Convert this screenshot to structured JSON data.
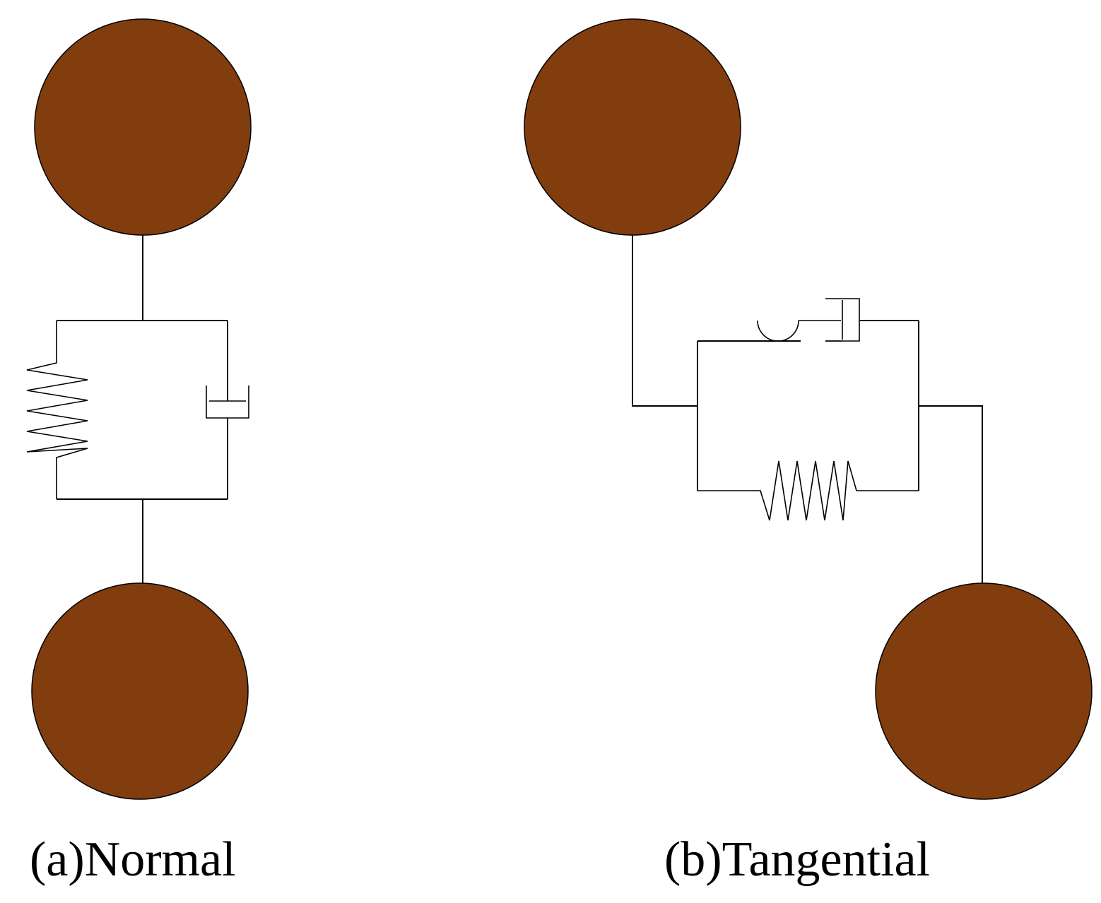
{
  "colors": {
    "particle_fill": "#823D0E",
    "line": "#000000",
    "background": "#ffffff"
  },
  "panels": [
    {
      "id": "a",
      "caption": "(a)Normal",
      "components": [
        "spring",
        "dashpot"
      ]
    },
    {
      "id": "b",
      "caption": "(b)Tangential",
      "components": [
        "slider",
        "dashpot",
        "spring"
      ]
    }
  ]
}
